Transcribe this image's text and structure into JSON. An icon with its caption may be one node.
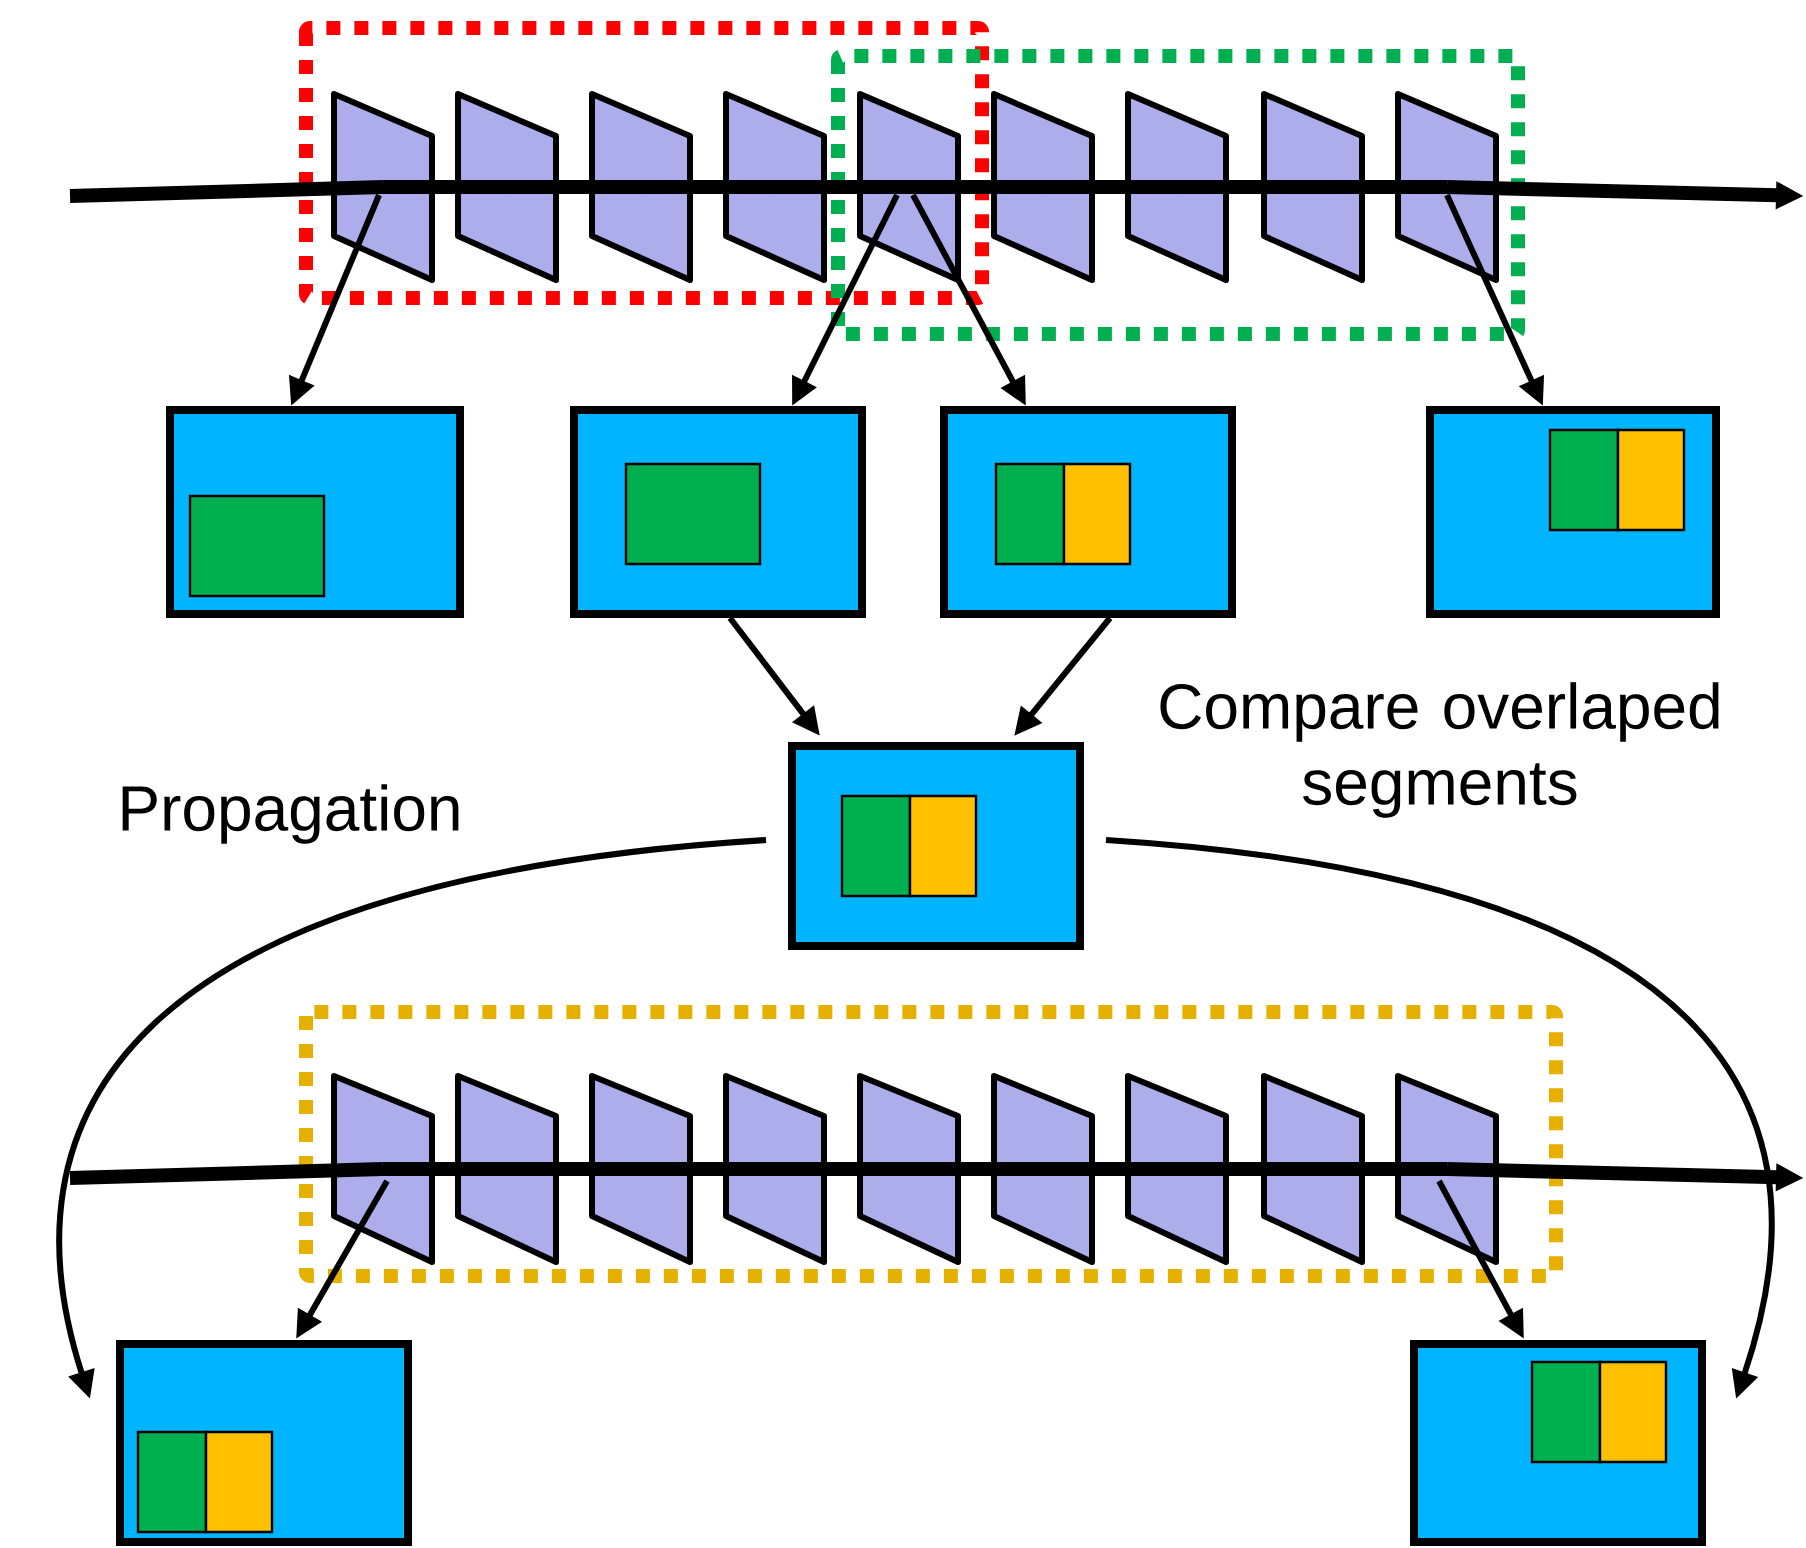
{
  "diagram": {
    "nodes": [
      {
        "text": [],
        "shape": "parallelogram"
      },
      {
        "text": [],
        "shape": "parallelogram"
      },
      {
        "text": [],
        "shape": "parallelogram"
      },
      {
        "text": [],
        "shape": "parallelogram"
      },
      {
        "text": [],
        "shape": "parallelogram"
      },
      {
        "text": [],
        "shape": "parallelogram"
      },
      {
        "text": [],
        "shape": "parallelogram"
      },
      {
        "text": [],
        "shape": "parallelogram"
      },
      {
        "text": [],
        "shape": "parallelogram"
      },
      {
        "text": [],
        "shape": "box"
      },
      {
        "text": [],
        "shape": "box"
      },
      {
        "text": [],
        "shape": "box"
      },
      {
        "text": [],
        "shape": "box"
      },
      {
        "text": [],
        "shape": "box"
      },
      {
        "text": [],
        "shape": "parallelogram"
      },
      {
        "text": [],
        "shape": "parallelogram"
      },
      {
        "text": [],
        "shape": "parallelogram"
      },
      {
        "text": [],
        "shape": "parallelogram"
      },
      {
        "text": [],
        "shape": "parallelogram"
      },
      {
        "text": [],
        "shape": "parallelogram"
      },
      {
        "text": [],
        "shape": "parallelogram"
      },
      {
        "text": [],
        "shape": "parallelogram"
      },
      {
        "text": [],
        "shape": "parallelogram"
      },
      {
        "text": [],
        "shape": "box"
      },
      {
        "text": [],
        "shape": "box"
      }
    ],
    "edges": [
      {
        "from": null,
        "to": 0,
        "arrow": "none"
      },
      {
        "from": 0,
        "to": 1,
        "arrow": "none"
      },
      {
        "from": 1,
        "to": 2,
        "arrow": "none"
      },
      {
        "from": 2,
        "to": 3,
        "arrow": "none"
      },
      {
        "from": 3,
        "to": 4,
        "arrow": "none"
      },
      {
        "from": 4,
        "to": 5,
        "arrow": "none"
      },
      {
        "from": 5,
        "to": 6,
        "arrow": "none"
      },
      {
        "from": 6,
        "to": 7,
        "arrow": "none"
      },
      {
        "from": 7,
        "to": 8,
        "arrow": "none"
      },
      {
        "from": 8,
        "to": null,
        "arrow": "to"
      },
      {
        "from": 0,
        "to": 9,
        "arrow": "to"
      },
      {
        "from": 4,
        "to": 10,
        "arrow": "to"
      },
      {
        "from": 4,
        "to": 11,
        "arrow": "to"
      },
      {
        "from": 8,
        "to": 12,
        "arrow": "to"
      },
      {
        "from": 10,
        "to": 13,
        "arrow": "to"
      },
      {
        "from": 11,
        "to": 13,
        "arrow": "to"
      },
      {
        "from": 13,
        "to": 23,
        "arrow": "to"
      },
      {
        "from": 13,
        "to": 24,
        "arrow": "to"
      },
      {
        "from": null,
        "to": 14,
        "arrow": "none"
      },
      {
        "from": 14,
        "to": 15,
        "arrow": "none"
      },
      {
        "from": 15,
        "to": 16,
        "arrow": "none"
      },
      {
        "from": 16,
        "to": 17,
        "arrow": "none"
      },
      {
        "from": 17,
        "to": 18,
        "arrow": "none"
      },
      {
        "from": 18,
        "to": 19,
        "arrow": "none"
      },
      {
        "from": 19,
        "to": 20,
        "arrow": "none"
      },
      {
        "from": 20,
        "to": 21,
        "arrow": "none"
      },
      {
        "from": 21,
        "to": 22,
        "arrow": "none"
      },
      {
        "from": 22,
        "to": null,
        "arrow": "to"
      },
      {
        "from": 14,
        "to": 23,
        "arrow": "to"
      },
      {
        "from": 22,
        "to": 24,
        "arrow": "to"
      }
    ],
    "labels": [
      "Compare overlaped segments",
      "Propagation"
    ]
  }
}
